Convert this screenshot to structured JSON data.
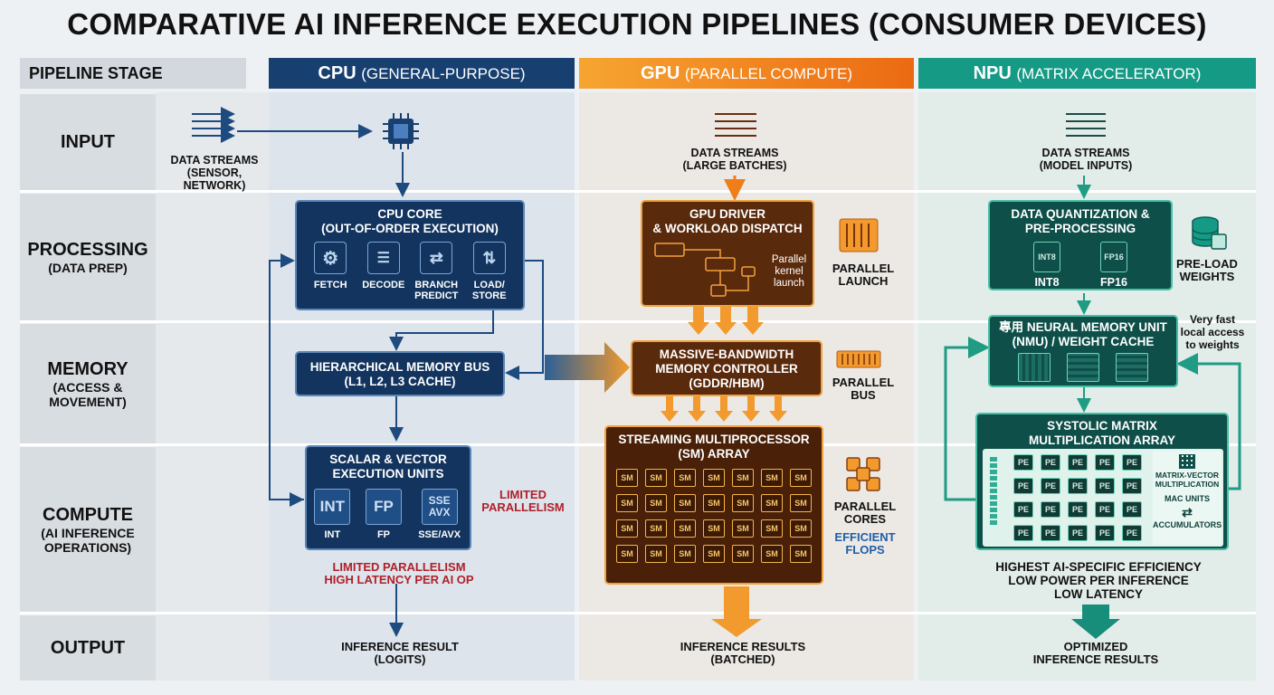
{
  "title": "COMPARATIVE AI INFERENCE EXECUTION PIPELINES (CONSUMER DEVICES)",
  "colors": {
    "cpu": "#173f70",
    "gpu": "#f08a1c",
    "npu": "#159a86",
    "limited": "#b0202a",
    "efficient": "#1f5fa8"
  },
  "columns": {
    "stage": "PIPELINE STAGE",
    "cpu": {
      "name": "CPU",
      "sub": "(GENERAL-PURPOSE)"
    },
    "gpu": {
      "name": "GPU",
      "sub": "(PARALLEL COMPUTE)"
    },
    "npu": {
      "name": "NPU",
      "sub": "(MATRIX ACCELERATOR)"
    }
  },
  "stages": {
    "input": {
      "main": "INPUT",
      "sub": ""
    },
    "processing": {
      "main": "PROCESSING",
      "sub": "(DATA PREP)"
    },
    "memory": {
      "main": "MEMORY",
      "sub1": "(ACCESS &",
      "sub2": "MOVEMENT)"
    },
    "compute": {
      "main": "COMPUTE",
      "sub1": "(AI INFERENCE",
      "sub2": "OPERATIONS)"
    },
    "output": {
      "main": "OUTPUT",
      "sub": ""
    }
  },
  "cpu": {
    "input_l1": "DATA STREAMS",
    "input_l2": "(SENSOR, NETWORK)",
    "core_l1": "CPU CORE",
    "core_l2": "(OUT-OF-ORDER EXECUTION)",
    "stages": [
      "FETCH",
      "DECODE",
      "BRANCH",
      "LOAD/"
    ],
    "stages2": [
      "",
      "",
      "PREDICT",
      "STORE"
    ],
    "mem_l1": "HIERARCHICAL MEMORY BUS",
    "mem_l2": "(L1, L2, L3 CACHE)",
    "exec_l1": "SCALAR & VECTOR",
    "exec_l2": "EXECUTION UNITS",
    "units": [
      "INT",
      "FP",
      "SSE\nAVX"
    ],
    "unit_labels": [
      "INT",
      "FP",
      "SSE/AVX"
    ],
    "limited_l1": "LIMITED",
    "limited_l2": "PARALLELISM",
    "note_l1": "LIMITED PARALLELISM",
    "note_l2": "HIGH LATENCY PER AI OP",
    "out_l1": "INFERENCE RESULT",
    "out_l2": "(LOGITS)"
  },
  "gpu": {
    "input_l1": "DATA STREAMS",
    "input_l2": "(LARGE BATCHES)",
    "driver_l1": "GPU DRIVER",
    "driver_l2": "& WORKLOAD DISPATCH",
    "kernel_l1": "Parallel",
    "kernel_l2": "kernel",
    "kernel_l3": "launch",
    "launch_l1": "PARALLEL",
    "launch_l2": "LAUNCH",
    "mem_l1": "MASSIVE-BANDWIDTH",
    "mem_l2": "MEMORY CONTROLLER",
    "mem_l3": "(GDDR/HBM)",
    "bus_l1": "PARALLEL",
    "bus_l2": "BUS",
    "sm_l1": "STREAMING MULTIPROCESSOR",
    "sm_l2": "(SM) ARRAY",
    "sm_cells": [
      "SM",
      "SM",
      "SM",
      "SM",
      "SM",
      "SM",
      "SM",
      "SM",
      "SM",
      "SM",
      "SM",
      "SM",
      "SM",
      "SM",
      "SM",
      "SM",
      "SM",
      "SM",
      "SM",
      "SM",
      "SM",
      "SM",
      "SM",
      "SM",
      "SM",
      "SM",
      "SM",
      "SM"
    ],
    "cores_l1": "PARALLEL",
    "cores_l2": "CORES",
    "eff_l1": "EFFICIENT",
    "eff_l2": "FLOPS",
    "out_l1": "INFERENCE RESULTS",
    "out_l2": "(BATCHED)"
  },
  "npu": {
    "input_l1": "DATA STREAMS",
    "input_l2": "(MODEL INPUTS)",
    "quant_l1": "DATA QUANTIZATION &",
    "quant_l2": "PRE-PROCESSING",
    "int8": "INT8",
    "fp16": "FP16",
    "preload_l1": "PRE-LOAD",
    "preload_l2": "WEIGHTS",
    "nmu_l1": "專用 NEURAL MEMORY UNIT",
    "nmu_l2": "(NMU) / WEIGHT CACHE",
    "fast_l1": "Very fast",
    "fast_l2": "local access",
    "fast_l3": "to weights",
    "sys_l1": "SYSTOLIC MATRIX",
    "sys_l2": "MULTIPLICATION ARRAY",
    "pe": "PE",
    "mv_l1": "MATRIX-VECTOR",
    "mv_l2": "MULTIPLICATION",
    "mac": "MAC UNITS",
    "acc": "ACCUMULATORS",
    "eff_l1": "HIGHEST AI-SPECIFIC EFFICIENCY",
    "eff_l2": "LOW POWER PER INFERENCE",
    "eff_l3": "LOW LATENCY",
    "out_l1": "OPTIMIZED",
    "out_l2": "INFERENCE RESULTS"
  }
}
